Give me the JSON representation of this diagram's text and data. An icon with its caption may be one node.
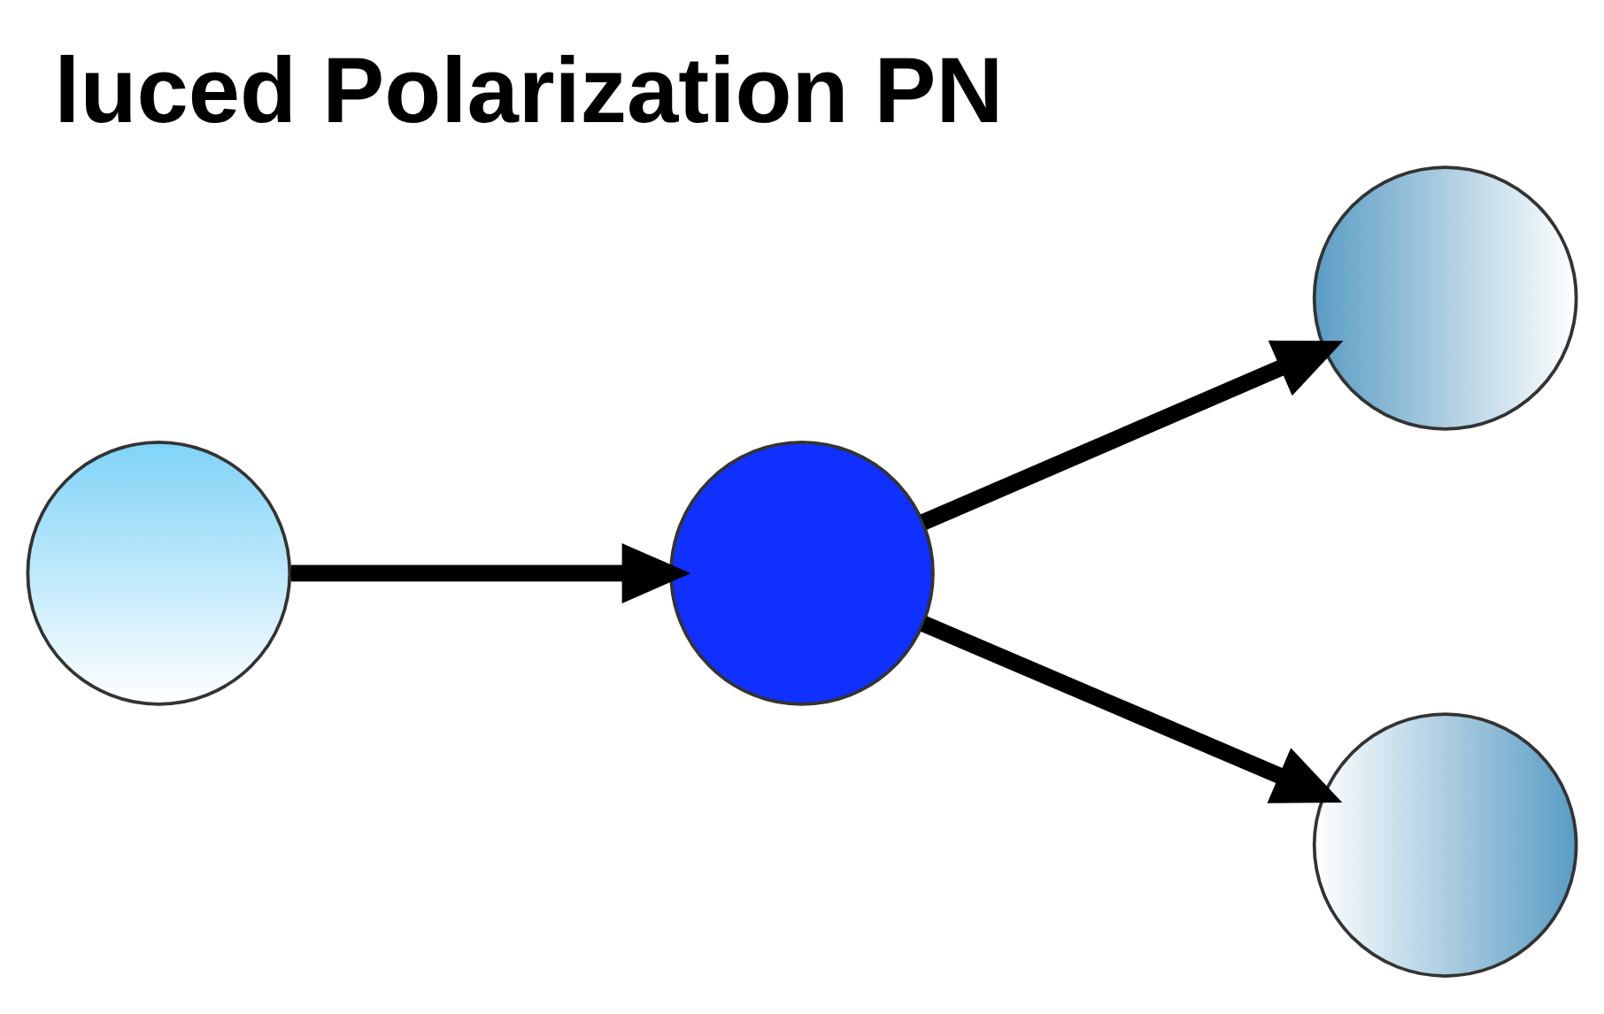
{
  "diagram": {
    "title": "luced Polarization PN",
    "nodes": [
      {
        "text": [],
        "shape": "circle"
      },
      {
        "text": [],
        "shape": "circle"
      },
      {
        "text": [],
        "shape": "circle"
      },
      {
        "text": [],
        "shape": "circle"
      }
    ],
    "edges": [
      {
        "from": 0,
        "to": 1,
        "arrow": "to"
      },
      {
        "from": 1,
        "to": 2,
        "arrow": "to"
      },
      {
        "from": 1,
        "to": 3,
        "arrow": "to"
      }
    ]
  }
}
